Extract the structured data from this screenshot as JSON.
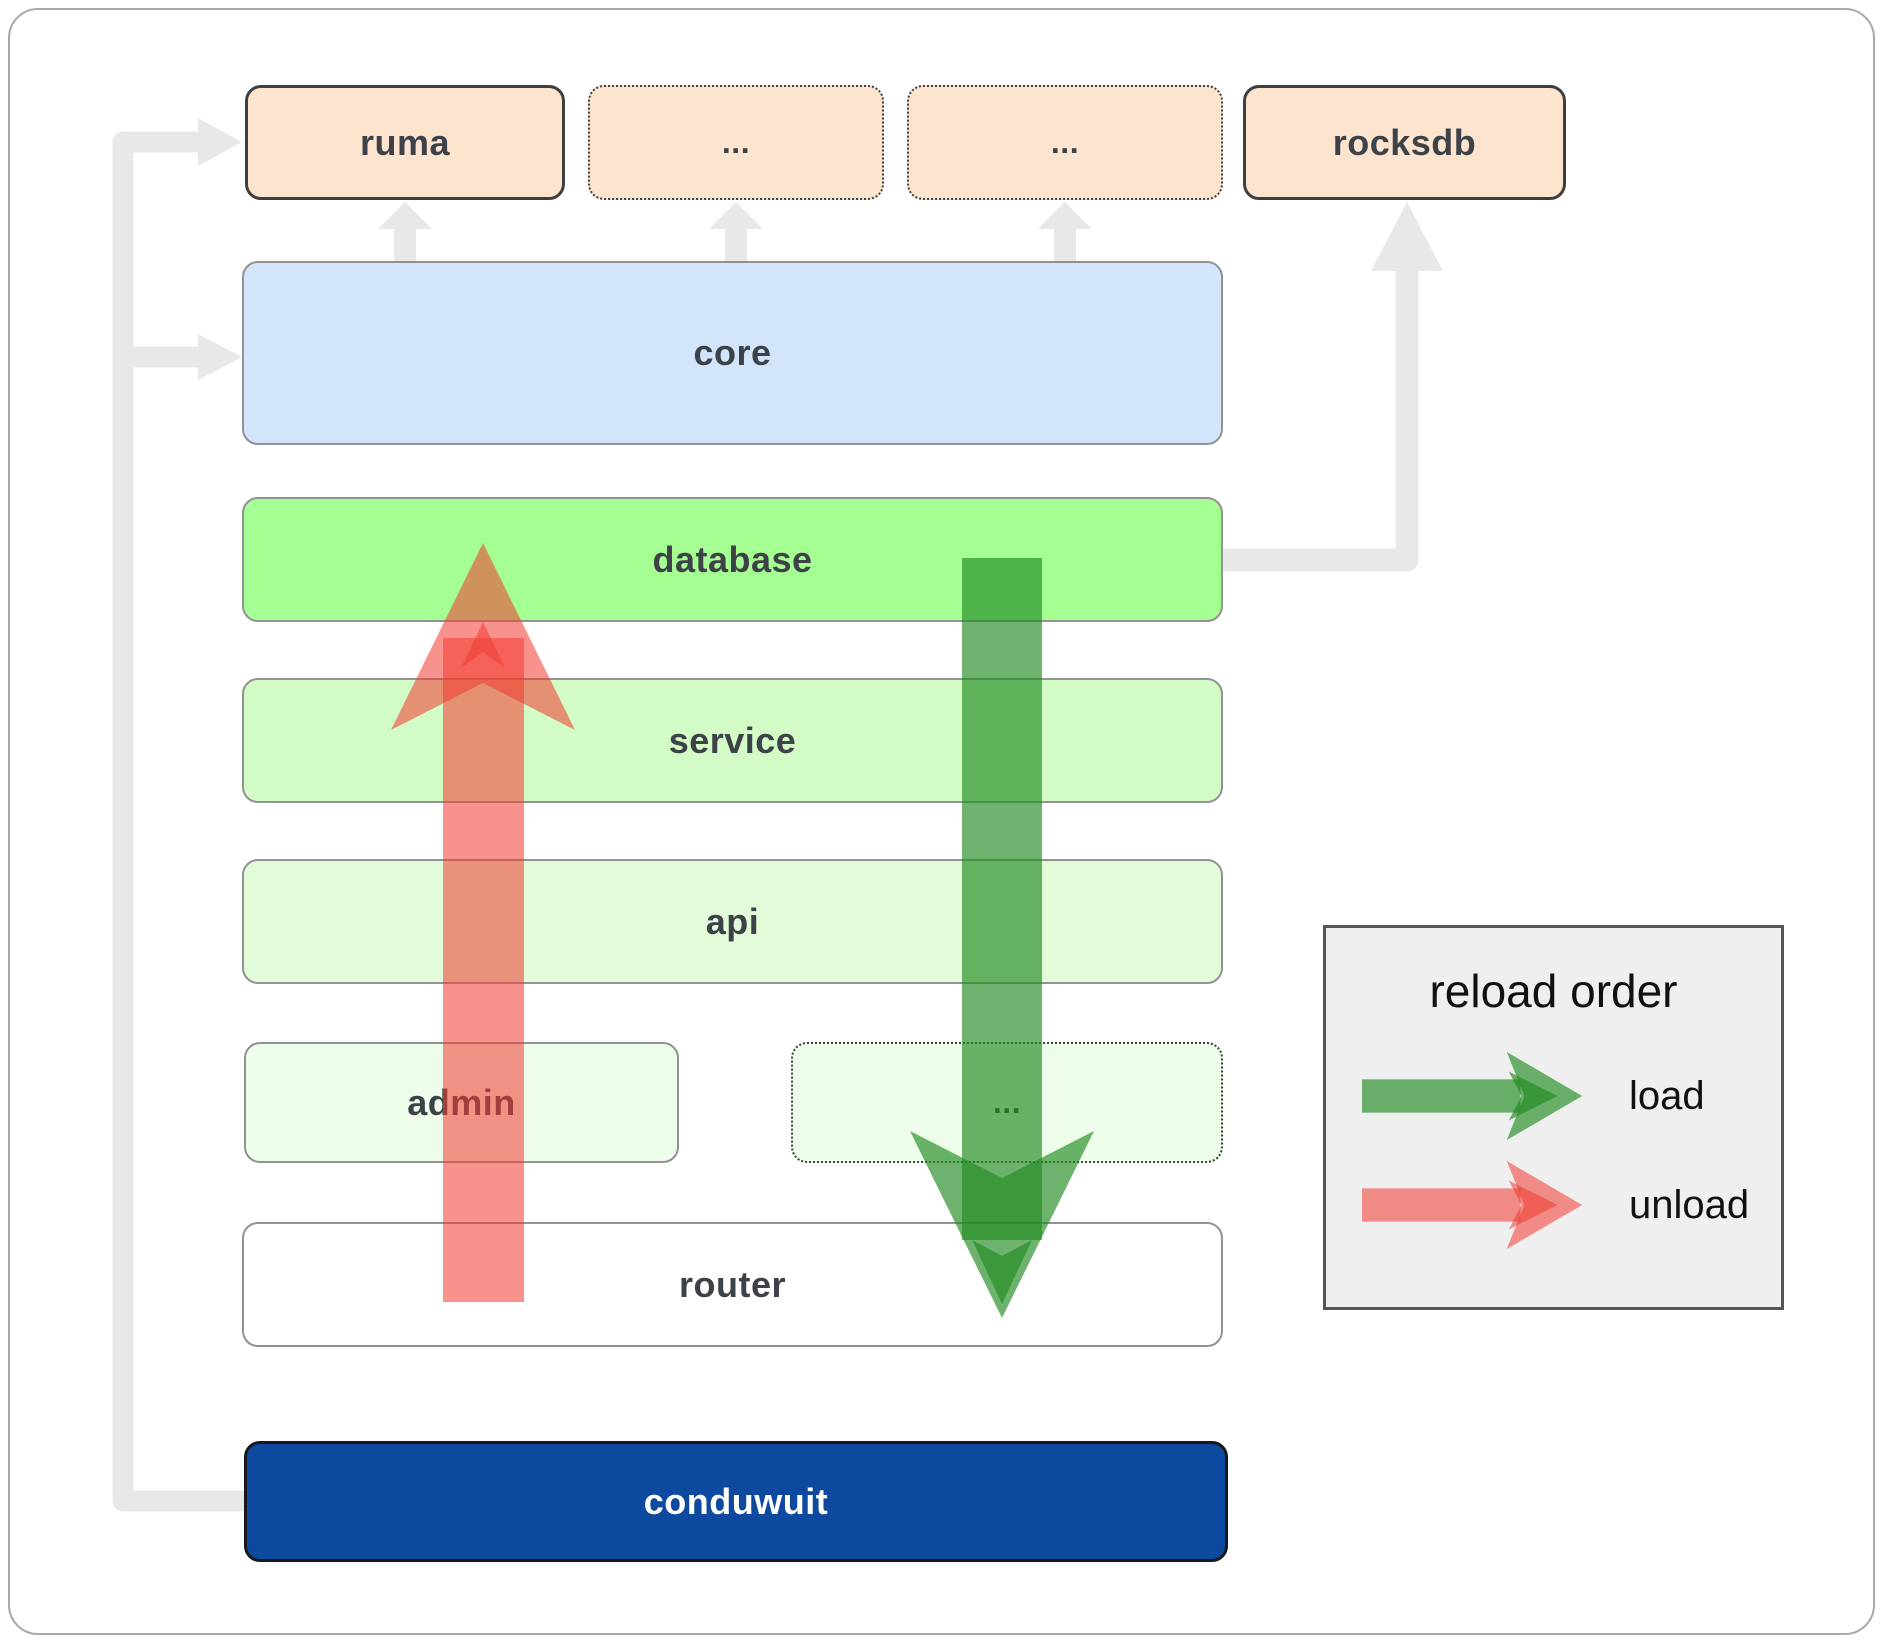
{
  "nodes": {
    "ruma": "ruma",
    "ellipsis_top_left": "...",
    "ellipsis_top_right": "...",
    "rocksdb": "rocksdb",
    "core": "core",
    "database": "database",
    "service": "service",
    "api": "api",
    "admin": "admin",
    "ellipsis_bottom": "...",
    "router": "router",
    "conduwuit": "conduwuit"
  },
  "legend": {
    "title": "reload order",
    "items": [
      {
        "label": "load",
        "color": "rgba(34,139,34,0.66)"
      },
      {
        "label": "unload",
        "color": "rgba(240,60,50,0.56)"
      }
    ]
  },
  "colors": {
    "peach-fill": "#fce4cf",
    "core-fill": "#d3e5fa",
    "database-fill": "#a5fe92",
    "service-fill": "#d2fbc6",
    "api-fill": "#e2fcda",
    "admin-fill": "#edfdea",
    "router-fill": "#ffffff",
    "conduwuit-fill": "#0d4a9f",
    "conduwuit-text": "#ffffff",
    "node-text": "#3d4248",
    "box-border": "#929292",
    "dark-border": "#3f3f3f",
    "connector-gray": "#e8e8e8",
    "load-green": "rgba(34,139,34,0.66)",
    "unload-red": "rgba(240,60,50,0.56)",
    "legend-bg": "#efefef",
    "legend-border": "#555555",
    "legend-text": "#111111"
  }
}
